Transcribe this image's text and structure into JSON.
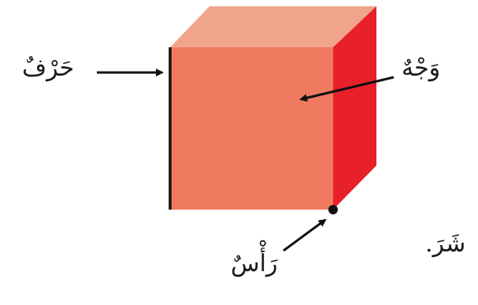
{
  "labels": {
    "edge": "حَرْفٌ",
    "face": "وَجْهٌ",
    "vertex": "رَأْسٌ",
    "fragment": "شَرَ."
  },
  "colors": {
    "front_face": "#f07a5f",
    "top_face": "#f0a48c",
    "side_face": "#e8202a",
    "ink": "#111111"
  }
}
